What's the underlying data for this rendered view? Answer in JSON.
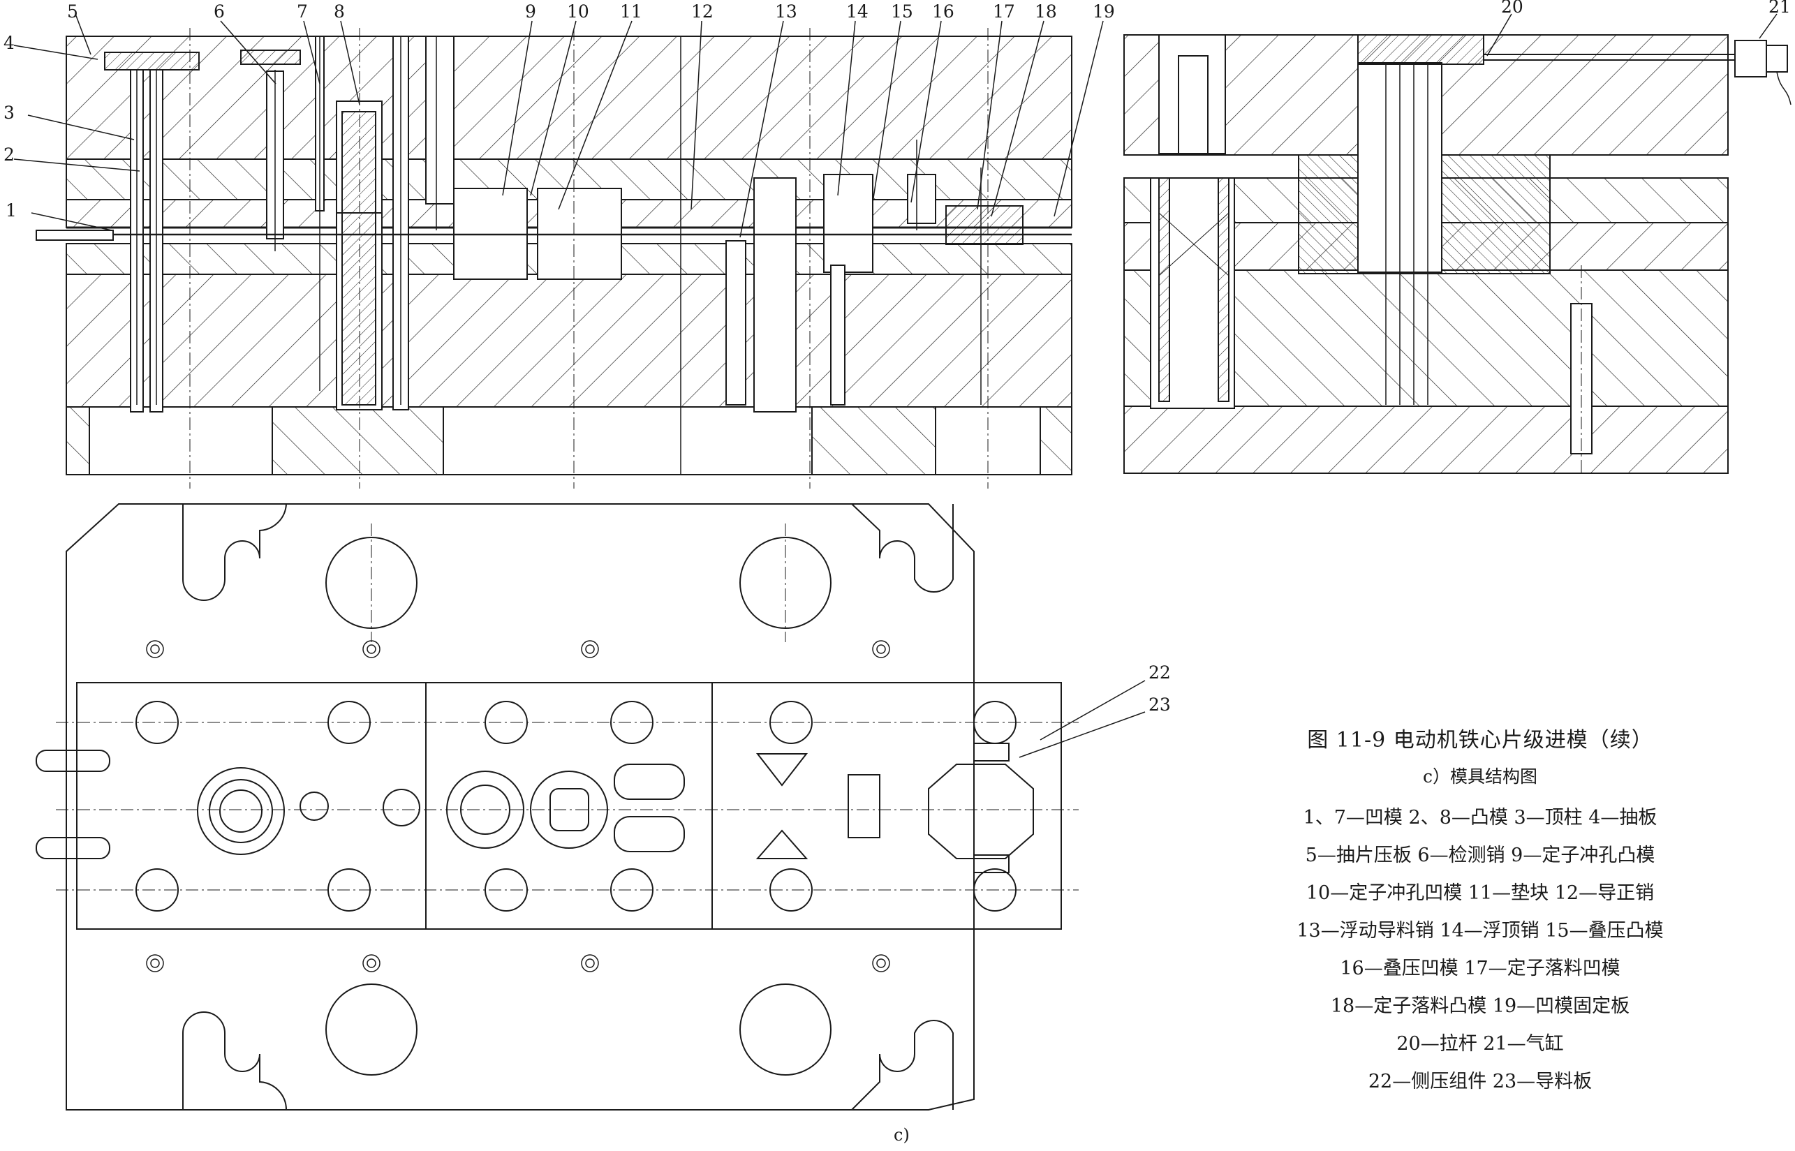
{
  "callouts": [
    "1",
    "2",
    "3",
    "4",
    "5",
    "6",
    "7",
    "8",
    "9",
    "10",
    "11",
    "12",
    "13",
    "14",
    "15",
    "16",
    "17",
    "18",
    "19",
    "20",
    "21",
    "22",
    "23"
  ],
  "caption": {
    "title": "图 11-9   电动机铁心片级进模（续）",
    "subtitle": "c）模具结构图",
    "legend_lines": [
      "1、7—凹模   2、8—凸模   3—顶柱   4—抽板",
      "5—抽片压板   6—检测销   9—定子冲孔凸模",
      "10—定子冲孔凹模   11—垫块   12—导正销",
      "13—浮动导料销   14—浮顶销   15—叠压凸模",
      "16—叠压凹模   17—定子落料凹模",
      "18—定子落料凸模   19—凹模固定板",
      "20—拉杆   21—气缸",
      "22—侧压组件   23—导料板"
    ]
  },
  "view_label": "c)",
  "colors": {
    "line": "#1a1a1a",
    "background": "#ffffff"
  }
}
